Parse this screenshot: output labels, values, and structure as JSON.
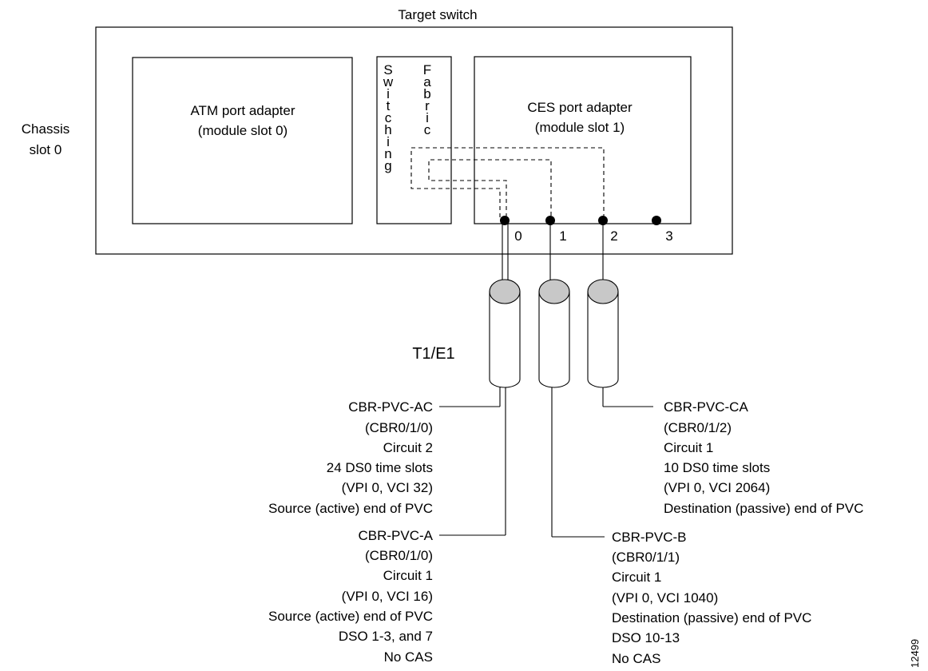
{
  "title": "Target switch",
  "chassis_label": [
    "Chassis",
    "slot 0"
  ],
  "atm_adapter": [
    "ATM port adapter",
    "(module  slot 0)"
  ],
  "switching_fabric": {
    "switching": [
      "S",
      "w",
      "i",
      "t",
      "c",
      "h",
      "i",
      "n",
      "g"
    ],
    "fabric": [
      "F",
      "a",
      "b",
      "r",
      "i",
      "c"
    ]
  },
  "ces_adapter": [
    "CES port adapter",
    "(module slot 1)"
  ],
  "ports": [
    "0",
    "1",
    "2",
    "3"
  ],
  "cable_label": "T1/E1",
  "circuits": {
    "ac": [
      "CBR-PVC-AC",
      "(CBR0/1/0)",
      "Circuit 2",
      "24 DS0 time slots",
      "(VPI 0, VCI 32)",
      "Source (active) end of PVC"
    ],
    "ca": [
      "CBR-PVC-CA",
      "(CBR0/1/2)",
      "Circuit 1",
      "10 DS0 time slots",
      "(VPI 0, VCI 2064)",
      "Destination (passive) end of PVC"
    ],
    "a": [
      "CBR-PVC-A",
      "(CBR0/1/0)",
      "Circuit 1",
      "(VPI 0, VCI 16)",
      "Source (active) end of PVC",
      "DSO 1-3, and 7",
      "No CAS"
    ],
    "b": [
      "CBR-PVC-B",
      "(CBR0/1/1)",
      "Circuit 1",
      "(VPI 0, VCI 1040)",
      "Destination (passive) end of PVC",
      "DSO 10-13",
      "No CAS"
    ]
  },
  "figure_id": "12499"
}
